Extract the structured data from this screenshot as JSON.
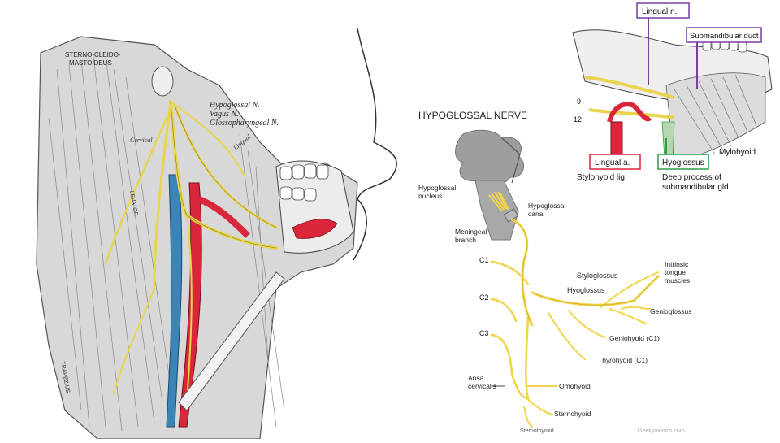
{
  "left_illustration": {
    "labels": {
      "sterno_cleido": "STERNO-CLEIDO-",
      "mastoideus": "MASTOIDEUS",
      "hypoglossal": "Hypoglossal N.",
      "vagus": "Vagus N.",
      "glossopharyngeal": "Glossopharyngeal N.",
      "cervical": "Cervical",
      "lingual": "Lingual",
      "levator": "LEVATOR",
      "trapezius": "TRAPEZIUS"
    },
    "colors": {
      "nerve": "#e8d44d",
      "artery": "#d9263a",
      "vein": "#3a84b8",
      "muscle": "#c9c9c9"
    }
  },
  "right_top_illustration": {
    "labels": {
      "lingual_n": "Lingual n.",
      "submandibular_duct": "Submandibular duct",
      "lingual_a": "Lingual a.",
      "hyoglossus": "Hyoglossus",
      "stylohyoid_lig": "Stylohyoid lig.",
      "deep_process": "Deep process of",
      "submandibular_gld": "submandibular gld",
      "mylohyoid": "Mylohyoid",
      "num_12": "12",
      "num_9": "9"
    },
    "box_colors": {
      "lingual_n": "#7b3fa0",
      "submandibular_duct": "#7b3fa0",
      "lingual_a": "#d9263a",
      "hyoglossus": "#2f9e44"
    }
  },
  "hypoglossal_diagram": {
    "title": "HYPOGLOSSAL NERVE",
    "labels": {
      "hypoglossal_nucleus_1": "Hypoglossal",
      "hypoglossal_nucleus_2": "nucleus",
      "hypoglossal_canal_1": "Hypoglossal",
      "hypoglossal_canal_2": "canal",
      "meningeal_1": "Meningeal",
      "meningeal_2": "branch",
      "c1": "C1",
      "c2": "C2",
      "c3": "C3",
      "styloglossus": "Styloglossus",
      "intrinsic_1": "Intrinsic",
      "intrinsic_2": "tongue",
      "intrinsic_3": "muscles",
      "hyoglossus": "Hyoglossus",
      "genioglossus": "Genioglossus",
      "geniohyoid": "Geniohyoid (C1)",
      "thyrohyoid": "Thyrohyoid (C1)",
      "ansa_1": "Ansa",
      "ansa_2": "cervicalis",
      "omohyoid": "Omohyoid",
      "sternohyoid": "Sternohyoid",
      "sternothyroid": "Sternothyroid",
      "watermark": "Geekymedics.com"
    },
    "colors": {
      "nerve": "#f1d548",
      "nerve_outline": "#b89a1e",
      "brainstem": "#9e9e9e"
    }
  }
}
